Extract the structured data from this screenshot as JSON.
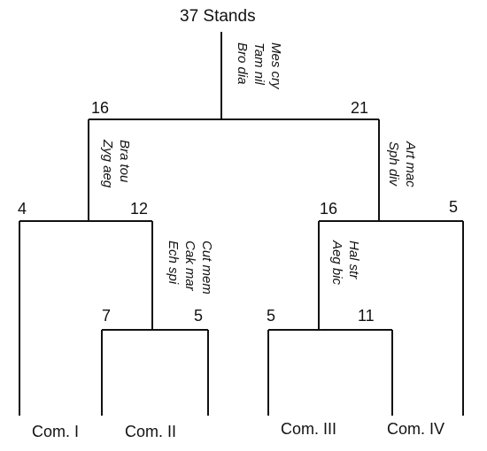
{
  "root": {
    "label": "37 Stands",
    "species": [
      "Mes cry",
      "Tam nil",
      "Bro dia"
    ]
  },
  "level1": {
    "left": {
      "count": "16",
      "species": [
        "Bra tou",
        "Zyg aeg"
      ]
    },
    "right": {
      "count": "21",
      "species": [
        "Art mac",
        "Sph div"
      ]
    }
  },
  "level2": {
    "ll": {
      "count": "4"
    },
    "lr": {
      "count": "12",
      "species": [
        "Cut mem",
        "Cak mar",
        "Ech spi"
      ]
    },
    "rl": {
      "count": "16",
      "species": [
        "Hal str",
        "Aeg bic"
      ]
    },
    "rr": {
      "count": "5"
    }
  },
  "level3": {
    "a": {
      "count": "7"
    },
    "b": {
      "count": "5"
    },
    "c": {
      "count": "5"
    },
    "d": {
      "count": "11"
    }
  },
  "communities": [
    "Com. I",
    "Com. II",
    "Com. III",
    "Com. IV"
  ]
}
